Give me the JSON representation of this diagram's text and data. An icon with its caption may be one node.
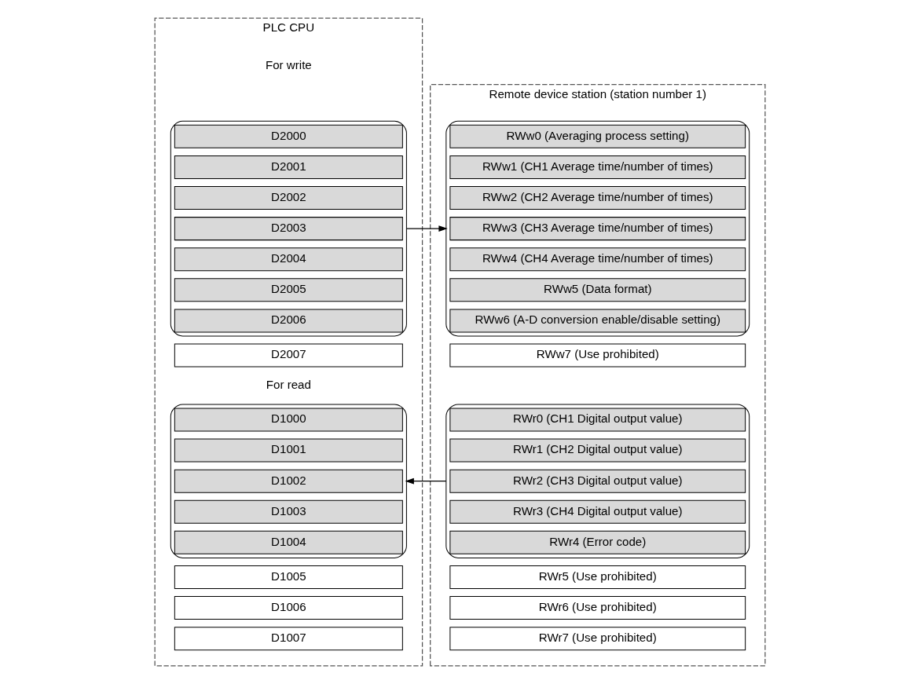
{
  "diagram": {
    "nodes": [
      {
        "text": [
          "PLC CPU"
        ]
      },
      {
        "text": [],
        "shape": "brace",
        "in": 0
      },
      {
        "text": [
          "D2000"
        ],
        "in": 1
      },
      {
        "text": [
          "D2001"
        ],
        "in": 1
      },
      {
        "text": [
          "D2002"
        ],
        "in": 1
      },
      {
        "text": [
          "D2003"
        ],
        "in": 1
      },
      {
        "text": [
          "D2004"
        ],
        "in": 1
      },
      {
        "text": [
          "D2005"
        ],
        "in": 1
      },
      {
        "text": [
          "D2006"
        ],
        "in": 1
      },
      {
        "text": [
          "D2007"
        ],
        "in": 0
      },
      {
        "text": [],
        "shape": "brace",
        "in": 0
      },
      {
        "text": [
          "D1000"
        ],
        "in": 10
      },
      {
        "text": [
          "D1001"
        ],
        "in": 10
      },
      {
        "text": [
          "D1002"
        ],
        "in": 10
      },
      {
        "text": [
          "D1003"
        ],
        "in": 10
      },
      {
        "text": [
          "D1004"
        ],
        "in": 10
      },
      {
        "text": [
          "D1005"
        ],
        "in": 0
      },
      {
        "text": [
          "D1006"
        ],
        "in": 0
      },
      {
        "text": [
          "D1007"
        ],
        "in": 0
      },
      {
        "text": [
          "Remote device station (station number 1)"
        ]
      },
      {
        "text": [],
        "shape": "brace",
        "in": 19
      },
      {
        "text": [
          "RWw0 (Averaging process setting)"
        ],
        "in": 20
      },
      {
        "text": [
          "RWw1 (CH1 Average time/number of times)"
        ],
        "in": 20
      },
      {
        "text": [
          "RWw2 (CH2 Average time/number of times)"
        ],
        "in": 20
      },
      {
        "text": [
          "RWw3 (CH3 Average time/number of times)"
        ],
        "in": 20
      },
      {
        "text": [
          "RWw4 (CH4 Average time/number of times)"
        ],
        "in": 20
      },
      {
        "text": [
          "RWw5 (Data format)"
        ],
        "in": 20
      },
      {
        "text": [
          "RWw6 (A-D conversion enable/disable setting)"
        ],
        "in": 20
      },
      {
        "text": [
          "RWw7 (Use prohibited)"
        ],
        "in": 19
      },
      {
        "text": [],
        "shape": "brace",
        "in": 19
      },
      {
        "text": [
          "RWr0 (CH1 Digital output value)"
        ],
        "in": 29
      },
      {
        "text": [
          "RWr1 (CH2 Digital output value)"
        ],
        "in": 29
      },
      {
        "text": [
          "RWr2 (CH3 Digital output value)"
        ],
        "in": 29
      },
      {
        "text": [
          "RWr3 (CH4 Digital output value)"
        ],
        "in": 29
      },
      {
        "text": [
          "RWr4 (Error code)"
        ],
        "in": 29
      },
      {
        "text": [
          "RWr5 (Use prohibited)"
        ],
        "in": 19
      },
      {
        "text": [
          "RWr6 (Use prohibited)"
        ],
        "in": 19
      },
      {
        "text": [
          "RWr7 (Use prohibited)"
        ],
        "in": 19
      }
    ],
    "edges": [
      {
        "from": 1,
        "to": 20,
        "arrow": "to"
      },
      {
        "from": 29,
        "to": 10,
        "arrow": "to"
      }
    ],
    "labels": [
      "For write",
      "For read"
    ]
  }
}
